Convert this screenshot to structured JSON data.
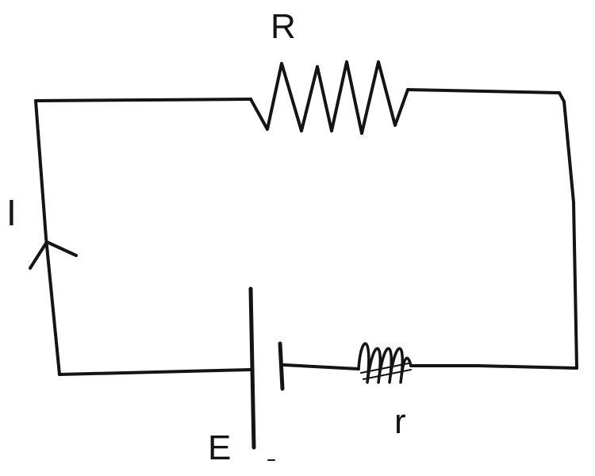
{
  "diagram": {
    "labels": {
      "resistor": "R",
      "current": "I",
      "emf": "E",
      "internal_resistance": "r"
    },
    "components": [
      {
        "id": "resistor",
        "symbol": "zigzag-resistor",
        "label_key": "resistor"
      },
      {
        "id": "internal-resistor",
        "symbol": "coil-resistor",
        "label_key": "internal_resistance"
      },
      {
        "id": "cell",
        "symbol": "battery-cell",
        "label_key": "emf"
      },
      {
        "id": "current-direction",
        "symbol": "arrow-up-icon",
        "label_key": "current"
      }
    ],
    "stroke_color": "#141414",
    "background_color": "#ffffff"
  }
}
